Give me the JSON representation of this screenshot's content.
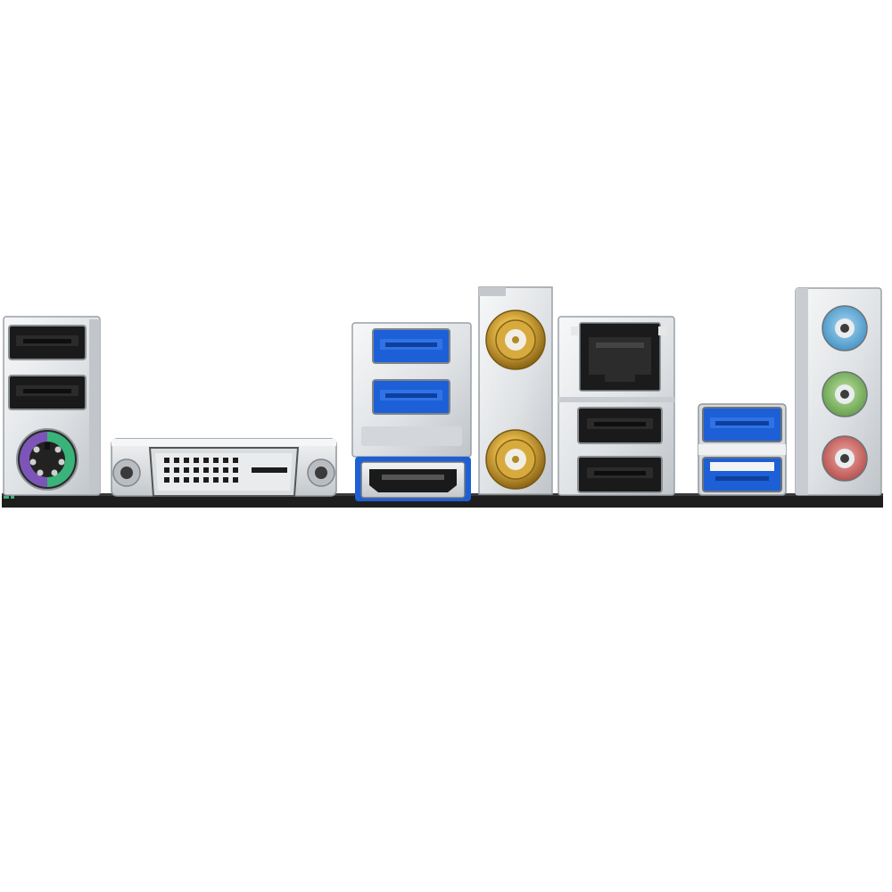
{
  "scene": {
    "background": "#ffffff",
    "pcb_color": "#1e1e1e",
    "metal_light": "#eceef0",
    "metal_mid": "#c9cdd1",
    "metal_dark": "#8f959b",
    "usb3_blue": "#1d5fd6",
    "gold": "#d4a93a",
    "ps2_purple": "#7d55b8",
    "ps2_green": "#39b37a",
    "audio_blue": "#69b4de",
    "audio_green": "#86c06a",
    "audio_pink": "#d8716f"
  },
  "ports": [
    {
      "name": "ps2-usb-stack",
      "icon": "usb-a-port"
    },
    {
      "name": "dvi-port",
      "icon": "dvi-connector"
    },
    {
      "name": "usb3-hdmi-stack",
      "icon": "hdmi-port"
    },
    {
      "name": "wifi-antenna-bracket",
      "icon": "sma-antenna-connector"
    },
    {
      "name": "lan-usb-stack",
      "icon": "rj45-port"
    },
    {
      "name": "usb3-pair",
      "icon": "usb3-port"
    },
    {
      "name": "audio-jacks",
      "icon": "audio-jack"
    }
  ]
}
